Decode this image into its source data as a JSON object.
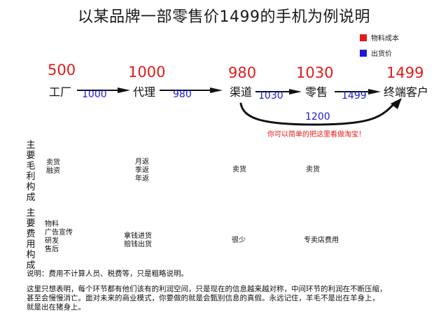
{
  "title": "以某品牌一部零售价1499的手机为例说明",
  "legend": [
    {
      "label": "物料成本",
      "color": "#e41a1a"
    },
    {
      "label": "出货价",
      "color": "#1a1ad6"
    }
  ],
  "flow": {
    "nodes": [
      {
        "name": "工厂",
        "cost": "500"
      },
      {
        "name": "代理",
        "cost": "1000"
      },
      {
        "name": "渠道",
        "cost": "980"
      },
      {
        "name": "零售",
        "cost": "1030"
      },
      {
        "name": "终端客户",
        "cost": "1499"
      }
    ],
    "edges": [
      {
        "from": "工厂",
        "to": "代理",
        "price": "1000"
      },
      {
        "from": "代理",
        "to": "渠道",
        "price": "980"
      },
      {
        "from": "渠道",
        "to": "零售",
        "price": "1030"
      },
      {
        "from": "零售",
        "to": "终端客户",
        "price": "1499"
      }
    ],
    "bypass": {
      "from": "渠道",
      "to": "终端客户",
      "price": "1200",
      "note": "你可以简单的把这里看做淘宝！"
    }
  },
  "table": {
    "rows": [
      {
        "label": "主要毛利构成",
        "chars": [
          "主",
          "要",
          "毛",
          "利",
          "构",
          "成"
        ],
        "cells": [
          [
            "卖货",
            "融资"
          ],
          [
            "月返",
            "季返",
            "年返"
          ],
          [
            "卖货"
          ],
          [
            "卖货"
          ]
        ]
      },
      {
        "label": "主要费用构成",
        "chars": [
          "主",
          "要",
          "费",
          "用",
          "构",
          "成"
        ],
        "cells": [
          [
            "物料",
            "广告宣传",
            "研发",
            "售后"
          ],
          [
            "拿钱进货",
            "赔钱出货"
          ],
          [
            "很少"
          ],
          [
            "专卖店费用"
          ]
        ]
      }
    ]
  },
  "footer": {
    "note": "说明：费用不计算人员、税费等，只是粗略说明。",
    "paragraph_lines": [
      "这里只想表明，每个环节都有他们该有的利润空间，只是现在的信息越来越对称，中间环节的利润在不断压缩，",
      "甚至会慢慢消亡。面对未来的商业模式，你要做的就是会甄别信息的真假。永远记住，羊毛不是出在羊身上，",
      "就是出在猪身上。"
    ]
  },
  "colors": {
    "cost": "#e41a1a",
    "price": "#1a1ad6",
    "text": "#111111"
  }
}
